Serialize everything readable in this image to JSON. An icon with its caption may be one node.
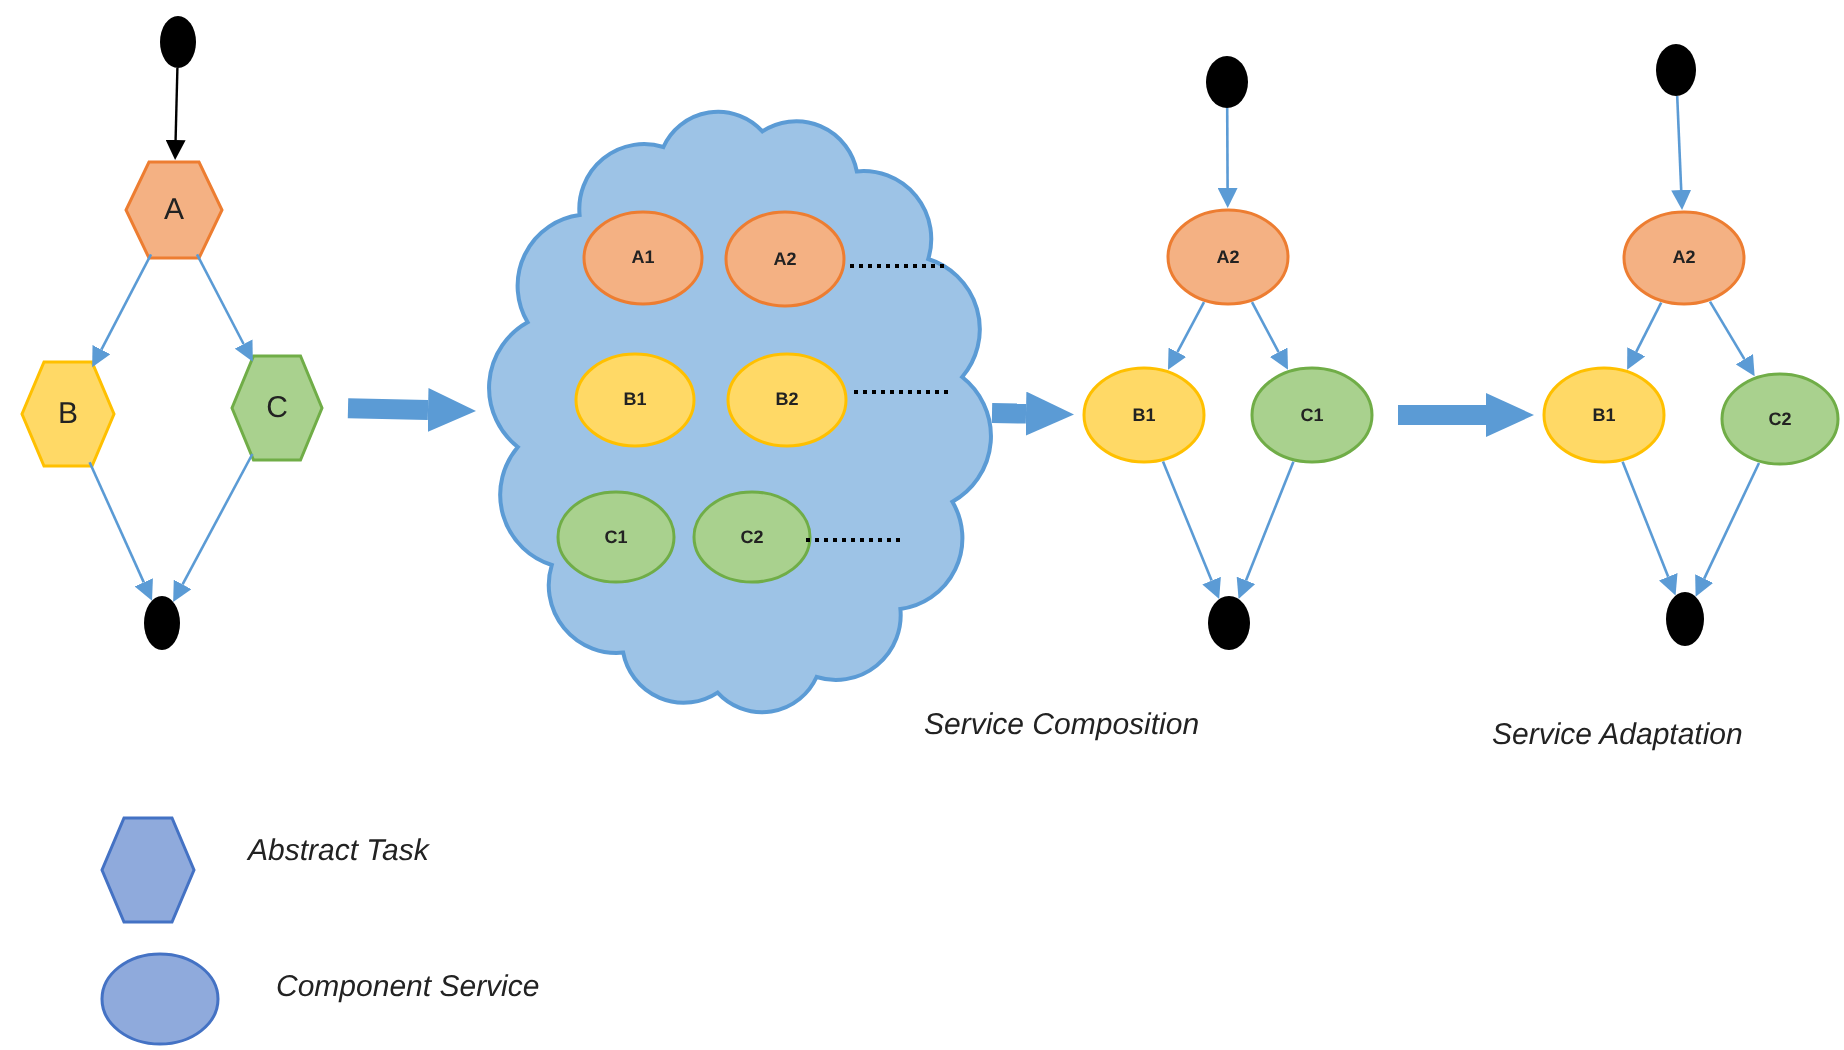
{
  "diagram": {
    "nodes": [
      {
        "text": [],
        "shape": "circle"
      },
      {
        "text": [
          "A"
        ]
      },
      {
        "text": [
          "B"
        ]
      },
      {
        "text": [
          "C"
        ]
      },
      {
        "text": [],
        "shape": "circle"
      },
      {
        "text": [],
        "shape": "cloud"
      },
      {
        "text": [
          "A1"
        ],
        "in": 5
      },
      {
        "text": [
          "A2"
        ],
        "in": 5
      },
      {
        "text": [
          "B1"
        ],
        "in": 5
      },
      {
        "text": [
          "B2"
        ],
        "in": 5
      },
      {
        "text": [
          "C1"
        ],
        "in": 5
      },
      {
        "text": [
          "C2"
        ],
        "in": 5
      },
      {
        "text": [],
        "shape": "circle"
      },
      {
        "text": [
          "A2"
        ]
      },
      {
        "text": [
          "B1"
        ]
      },
      {
        "text": [
          "C1"
        ]
      },
      {
        "text": [],
        "shape": "circle"
      },
      {
        "text": [],
        "shape": "circle"
      },
      {
        "text": [
          "A2"
        ]
      },
      {
        "text": [
          "B1"
        ]
      },
      {
        "text": [
          "C2"
        ]
      },
      {
        "text": [],
        "shape": "circle"
      }
    ],
    "edges": [
      {
        "from": 0,
        "to": 1,
        "arrow": "to",
        "color": "#000000"
      },
      {
        "from": 1,
        "to": 2,
        "arrow": "to"
      },
      {
        "from": 1,
        "to": 3,
        "arrow": "to"
      },
      {
        "from": 2,
        "to": 4,
        "arrow": "to"
      },
      {
        "from": 3,
        "to": 4,
        "arrow": "to"
      },
      {
        "from": 3,
        "to": 5,
        "arrow": "to",
        "style": "thick"
      },
      {
        "from": 5,
        "to": 14,
        "arrow": "to",
        "style": "thick"
      },
      {
        "from": 12,
        "to": 13,
        "arrow": "to"
      },
      {
        "from": 13,
        "to": 14,
        "arrow": "to"
      },
      {
        "from": 13,
        "to": 15,
        "arrow": "to"
      },
      {
        "from": 14,
        "to": 16,
        "arrow": "to"
      },
      {
        "from": 15,
        "to": 16,
        "arrow": "to"
      },
      {
        "from": 15,
        "to": 19,
        "arrow": "to",
        "style": "thick"
      },
      {
        "from": 17,
        "to": 18,
        "arrow": "to"
      },
      {
        "from": 18,
        "to": 19,
        "arrow": "to"
      },
      {
        "from": 18,
        "to": 20,
        "arrow": "to"
      },
      {
        "from": 19,
        "to": 21,
        "arrow": "to"
      },
      {
        "from": 20,
        "to": 21,
        "arrow": "to"
      }
    ],
    "labels": [
      "Service Composition",
      "Service Adaptation"
    ],
    "legend": [
      {
        "text": "Abstract Task"
      },
      {
        "text": "Component Service"
      }
    ]
  }
}
